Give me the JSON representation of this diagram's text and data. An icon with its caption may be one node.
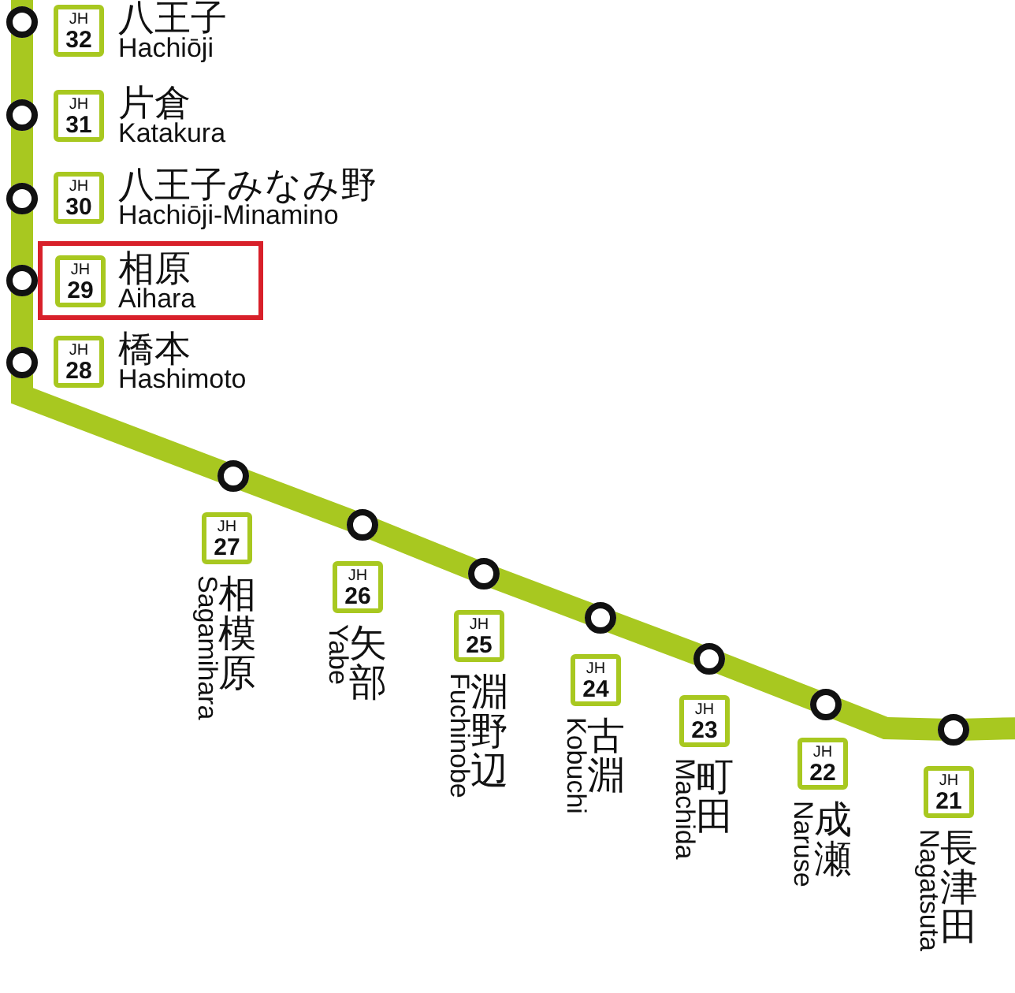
{
  "diagram": {
    "nodes": [
      {
        "text": [],
        "shape": "circle"
      },
      {
        "text": [
          "JH",
          "32"
        ],
        "beside": [
          "八王子",
          "Hachiōji"
        ]
      },
      {
        "text": [],
        "shape": "circle"
      },
      {
        "text": [
          "JH",
          "31"
        ],
        "beside": [
          "片倉",
          "Katakura"
        ]
      },
      {
        "text": [],
        "shape": "circle"
      },
      {
        "text": [
          "JH",
          "30"
        ],
        "beside": [
          "八王子みなみ野",
          "Hachiōji-Minamino"
        ]
      },
      {
        "text": [],
        "shape": "circle"
      },
      {
        "text": [
          "相原",
          "Aihara"
        ]
      },
      {
        "text": [
          "JH",
          "29"
        ],
        "in": 7
      },
      {
        "text": [],
        "shape": "circle"
      },
      {
        "text": [
          "JH",
          "28"
        ],
        "beside": [
          "橋本",
          "Hashimoto"
        ]
      },
      {
        "text": [],
        "shape": "circle"
      },
      {
        "text": [
          "JH",
          "27"
        ],
        "beside": [
          "相模原",
          "Sagamihara"
        ]
      },
      {
        "text": [],
        "shape": "circle"
      },
      {
        "text": [
          "JH",
          "26"
        ],
        "beside": [
          "矢部",
          "Yabe"
        ]
      },
      {
        "text": [],
        "shape": "circle"
      },
      {
        "text": [
          "JH",
          "25"
        ],
        "beside": [
          "淵野辺",
          "Fuchinobe"
        ]
      },
      {
        "text": [],
        "shape": "circle"
      },
      {
        "text": [
          "JH",
          "24"
        ],
        "beside": [
          "古淵",
          "Kobuchi"
        ]
      },
      {
        "text": [],
        "shape": "circle"
      },
      {
        "text": [
          "JH",
          "23"
        ],
        "beside": [
          "町田",
          "Machida"
        ]
      },
      {
        "text": [],
        "shape": "circle"
      },
      {
        "text": [
          "JH",
          "22"
        ],
        "beside": [
          "成瀬",
          "Naruse"
        ]
      },
      {
        "text": [],
        "shape": "circle"
      },
      {
        "text": [
          "JH",
          "21"
        ],
        "beside": [
          "長津田",
          "Nagatsuta"
        ]
      }
    ],
    "edges": [
      {
        "from": null,
        "to": 0,
        "arrow": "none"
      },
      {
        "from": 0,
        "to": 2,
        "arrow": "none"
      },
      {
        "from": 2,
        "to": 4,
        "arrow": "none"
      },
      {
        "from": 4,
        "to": 6,
        "arrow": "none"
      },
      {
        "from": 6,
        "to": 9,
        "arrow": "none"
      },
      {
        "from": 9,
        "to": 11,
        "arrow": "none"
      },
      {
        "from": 11,
        "to": 13,
        "arrow": "none"
      },
      {
        "from": 13,
        "to": 15,
        "arrow": "none"
      },
      {
        "from": 15,
        "to": 17,
        "arrow": "none"
      },
      {
        "from": 17,
        "to": 19,
        "arrow": "none"
      },
      {
        "from": 19,
        "to": 21,
        "arrow": "none"
      },
      {
        "from": 21,
        "to": 23,
        "arrow": "none"
      },
      {
        "from": 23,
        "to": null,
        "arrow": "none"
      }
    ]
  }
}
